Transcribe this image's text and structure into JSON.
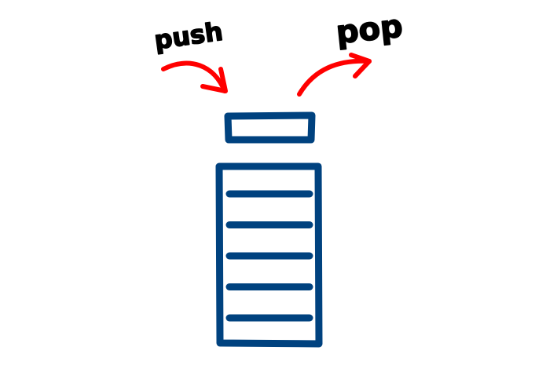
{
  "labels": {
    "push": "push",
    "pop": "pop"
  },
  "colors": {
    "stack": "#00427f",
    "arrow": "#ff0000",
    "text": "#000000",
    "background": "#ffffff"
  },
  "stack": {
    "item_count": 5,
    "has_top_element": true
  }
}
